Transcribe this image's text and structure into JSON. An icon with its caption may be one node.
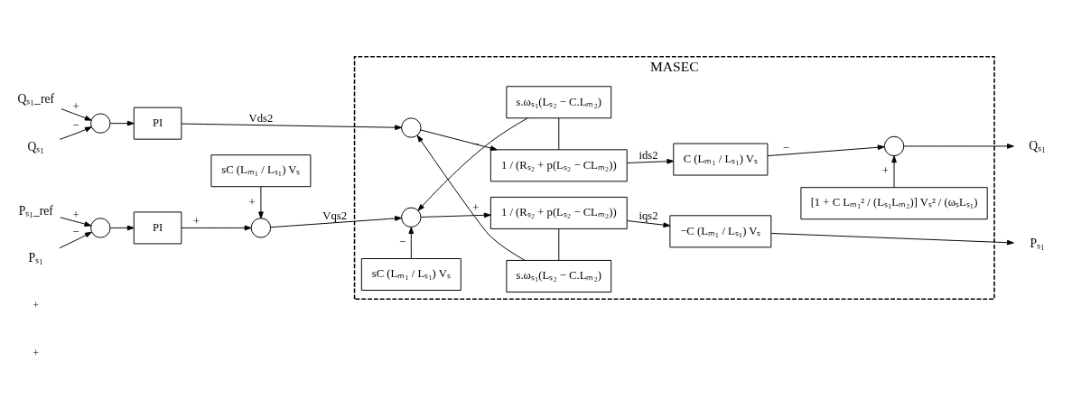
{
  "diagram": {
    "nodes": [
      {
        "text": [
          "MASEC"
        ]
      },
      {
        "text": [
          "Pₛ₁_ref"
        ]
      },
      {
        "text": [],
        "shape": "circle"
      },
      {
        "text": [
          "Pₛ₁"
        ]
      },
      {
        "text": [
          "PI"
        ]
      },
      {
        "text": [],
        "shape": "circle"
      },
      {
        "text": [
          "sC (Lₘ₁ / Lₛ₁) Vₛ"
        ]
      },
      {
        "text": [
          "sC (Lₘ₁ / Lₛ₁) Vₛ"
        ],
        "in": 0
      },
      {
        "text": [],
        "shape": "circle",
        "in": 0
      },
      {
        "text": [
          "1 / (Rₛ₂ + p(Lₛ₂ − CLₘ₂))"
        ],
        "in": 0
      },
      {
        "text": [
          "s.ωₛ₁(Lₛ₂ − C.Lₘ₂)"
        ],
        "in": 0
      },
      {
        "text": [
          "s.ωₛ₁(Lₛ₂ − C.Lₘ₂)"
        ],
        "in": 0
      },
      {
        "text": [],
        "shape": "circle",
        "in": 0
      },
      {
        "text": [
          "1 / (Rₛ₂ + p(Lₛ₂ − CLₘ₂))"
        ],
        "in": 0
      },
      {
        "text": [
          "−C (Lₘ₁ / Lₛ₁) Vₛ"
        ],
        "in": 0
      },
      {
        "text": [
          "C (Lₘ₁ / Lₛ₁) Vₛ"
        ],
        "in": 0
      },
      {
        "text": [],
        "shape": "circle",
        "in": 0
      },
      {
        "text": [
          "[1 + C Lₘ₁² / (Lₛ₁Lₘ₂)] Vₛ² / (ωₛLₛ₁)"
        ],
        "in": 0
      },
      {
        "text": [
          "Pₛ₁"
        ]
      },
      {
        "text": [
          "Qₛ₁_ref"
        ]
      },
      {
        "text": [],
        "shape": "circle"
      },
      {
        "text": [
          "Qₛ₁"
        ]
      },
      {
        "text": [
          "PI"
        ]
      },
      {
        "text": [
          "Qₛ₁"
        ]
      }
    ],
    "edges": [
      {
        "from": 1,
        "to": 2,
        "arrow": "to",
        "label": "+"
      },
      {
        "from": 3,
        "to": 2,
        "arrow": "to",
        "label": "−"
      },
      {
        "from": 2,
        "to": 4,
        "arrow": "to"
      },
      {
        "from": 4,
        "to": 5,
        "arrow": "to",
        "label": "+"
      },
      {
        "from": 6,
        "to": 5,
        "arrow": "to",
        "label": "+"
      },
      {
        "from": 5,
        "to": 8,
        "arrow": "to",
        "label": "Vqs2"
      },
      {
        "from": 7,
        "to": 8,
        "arrow": "to",
        "label": "−"
      },
      {
        "from": 10,
        "to": 8,
        "arrow": "to",
        "label": "−"
      },
      {
        "from": 8,
        "to": 9,
        "arrow": "to"
      },
      {
        "from": 9,
        "to": 14,
        "arrow": "to",
        "label": "iqs2"
      },
      {
        "from": 9,
        "to": 11,
        "arrow": "none"
      },
      {
        "from": 11,
        "to": 12,
        "arrow": "to",
        "label": "+"
      },
      {
        "from": 22,
        "to": 12,
        "arrow": "to",
        "label": "Vds2"
      },
      {
        "from": 12,
        "to": 13,
        "arrow": "to"
      },
      {
        "from": 13,
        "to": 15,
        "arrow": "to",
        "label": "ids2"
      },
      {
        "from": 13,
        "to": 10,
        "arrow": "none"
      },
      {
        "from": 14,
        "to": 18,
        "arrow": "to"
      },
      {
        "from": 15,
        "to": 16,
        "arrow": "to",
        "label": "−"
      },
      {
        "from": 17,
        "to": 16,
        "arrow": "to",
        "label": "+"
      },
      {
        "from": 16,
        "to": 23,
        "arrow": "to"
      },
      {
        "from": 19,
        "to": 20,
        "arrow": "to",
        "label": "+"
      },
      {
        "from": 21,
        "to": 20,
        "arrow": "to",
        "label": "−"
      },
      {
        "from": 20,
        "to": 22,
        "arrow": "to"
      }
    ],
    "labels": [
      "+",
      "+"
    ]
  }
}
